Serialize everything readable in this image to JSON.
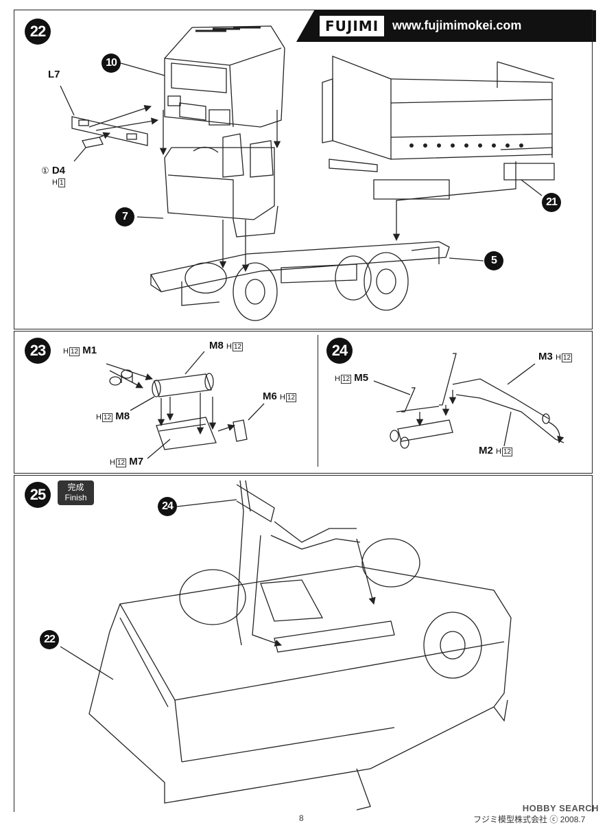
{
  "banner": {
    "logo": "FUJIMI",
    "url": "www.fujimimokei.com"
  },
  "steps": {
    "s22": {
      "num": "22",
      "callouts": {
        "c10": "10",
        "c7": "7",
        "c5": "5",
        "c21": "21"
      },
      "parts": {
        "l7": "L7",
        "d4_prefix": "①",
        "d4": "D4",
        "d4_sprue_h": "H",
        "d4_sprue_n": "1"
      }
    },
    "s23": {
      "num": "23",
      "parts": {
        "m1": "M1",
        "m1_h": "H",
        "m1_n": "12",
        "m8a": "M8",
        "m8a_h": "H",
        "m8a_n": "12",
        "m8b": "M8",
        "m8b_h": "H",
        "m8b_n": "12",
        "m6": "M6",
        "m6_h": "H",
        "m6_n": "12",
        "m7": "M7",
        "m7_h": "H",
        "m7_n": "12"
      }
    },
    "s24": {
      "num": "24",
      "parts": {
        "m5": "M5",
        "m5_h": "H",
        "m5_n": "12",
        "m3": "M3",
        "m3_h": "H",
        "m3_n": "12",
        "m2": "M2",
        "m2_h": "H",
        "m2_n": "12"
      }
    },
    "s25": {
      "num": "25",
      "finish_jp": "完成",
      "finish_en": "Finish",
      "callouts": {
        "c24": "24",
        "c22": "22"
      }
    }
  },
  "footer": {
    "page": "8",
    "company": "フジミ模型株式会社 ⓒ 2008.7"
  },
  "watermark": "HOBBY SEARCH"
}
